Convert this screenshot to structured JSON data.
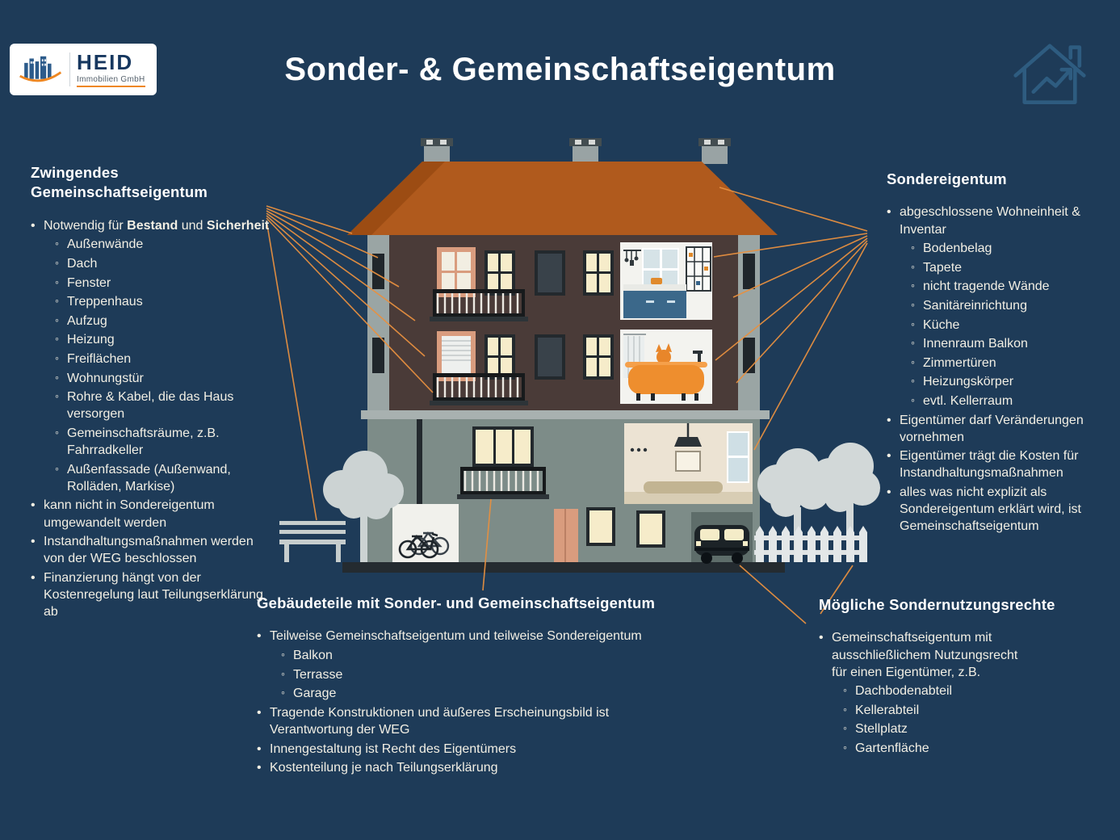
{
  "title": "Sonder- & Gemeinschaftseigentum",
  "logo": {
    "name": "HEID",
    "subtitle": "Immobilien GmbH"
  },
  "colors": {
    "background": "#1e3b58",
    "text": "#f2efe4",
    "heading": "#ffffff",
    "accent_orange": "#e79040",
    "roof_orange": "#b05a1d",
    "facade_brown": "#4a3b38",
    "ground_floor_gray": "#7d8c88",
    "logo_blue": "#16375f",
    "logo_orange": "#ee8722"
  },
  "sections": {
    "zwingendes_gemeinschaftseigentum": {
      "title": "Zwingendes Gemeinschaftseigentum",
      "items": [
        {
          "level": 1,
          "segments": [
            {
              "t": "Notwendig für "
            },
            {
              "t": "Bestand",
              "b": true
            },
            {
              "t": " und "
            },
            {
              "t": "Sicherheit",
              "b": true
            }
          ]
        },
        {
          "level": 2,
          "text": "Außenwände"
        },
        {
          "level": 2,
          "text": "Dach"
        },
        {
          "level": 2,
          "text": "Fenster"
        },
        {
          "level": 2,
          "text": "Treppenhaus"
        },
        {
          "level": 2,
          "text": "Aufzug"
        },
        {
          "level": 2,
          "text": "Heizung"
        },
        {
          "level": 2,
          "text": "Freiflächen"
        },
        {
          "level": 2,
          "text": "Wohnungstür"
        },
        {
          "level": 2,
          "text": "Rohre & Kabel, die das Haus versorgen"
        },
        {
          "level": 2,
          "text": "Gemeinschaftsräume, z.B. Fahrradkeller"
        },
        {
          "level": 2,
          "text": "Außenfassade (Außenwand, Rolläden, Markise)"
        },
        {
          "level": 1,
          "text": "kann nicht in Sondereigentum umgewandelt werden"
        },
        {
          "level": 1,
          "text": "Instandhaltungsmaßnahmen werden von der WEG beschlossen"
        },
        {
          "level": 1,
          "text": "Finanzierung hängt von der Kostenregelung laut Teilungserklärung ab"
        }
      ]
    },
    "sondereigentum": {
      "title": "Sondereigentum",
      "items": [
        {
          "level": 1,
          "text": "abgeschlossene Wohneinheit & Inventar"
        },
        {
          "level": 2,
          "text": "Bodenbelag"
        },
        {
          "level": 2,
          "text": "Tapete"
        },
        {
          "level": 2,
          "text": "nicht tragende Wände"
        },
        {
          "level": 2,
          "text": "Sanitäreinrichtung"
        },
        {
          "level": 2,
          "text": "Küche"
        },
        {
          "level": 2,
          "text": "Innenraum Balkon"
        },
        {
          "level": 2,
          "text": "Zimmertüren"
        },
        {
          "level": 2,
          "text": "Heizungskörper"
        },
        {
          "level": 2,
          "text": "evtl. Kellerraum"
        },
        {
          "level": 1,
          "text": "Eigentümer darf Veränderungen vornehmen"
        },
        {
          "level": 1,
          "text": "Eigentümer trägt die Kosten für Instandhaltungsmaßnahmen"
        },
        {
          "level": 1,
          "text": "alles was nicht explizit als Sondereigentum erklärt wird, ist Gemeinschaftseigentum"
        }
      ]
    },
    "gebaeudeteile": {
      "title": "Gebäudeteile mit Sonder- und Gemeinschaftseigentum",
      "items": [
        {
          "level": 1,
          "text": "Teilweise Gemeinschaftseigentum und teilweise Sondereigentum"
        },
        {
          "level": 2,
          "text": "Balkon"
        },
        {
          "level": 2,
          "text": "Terrasse"
        },
        {
          "level": 2,
          "text": "Garage"
        },
        {
          "level": 1,
          "text": "Tragende Konstruktionen und äußeres Erscheinungsbild ist Verantwortung der WEG"
        },
        {
          "level": 1,
          "text": "Innengestaltung ist Recht des Eigentümers"
        },
        {
          "level": 1,
          "text": "Kostenteilung je nach Teilungserklärung"
        }
      ]
    },
    "sondernutzungsrechte": {
      "title": "Mögliche Sondernutzungsrechte",
      "items": [
        {
          "level": 1,
          "text": "Gemeinschaftseigentum mit ausschließlichem Nutzungsrecht für einen Eigentümer, z.B."
        },
        {
          "level": 2,
          "text": "Dachbodenabteil"
        },
        {
          "level": 2,
          "text": "Kellerabteil"
        },
        {
          "level": 2,
          "text": "Stellplatz"
        },
        {
          "level": 2,
          "text": "Gartenfläche"
        }
      ]
    }
  }
}
